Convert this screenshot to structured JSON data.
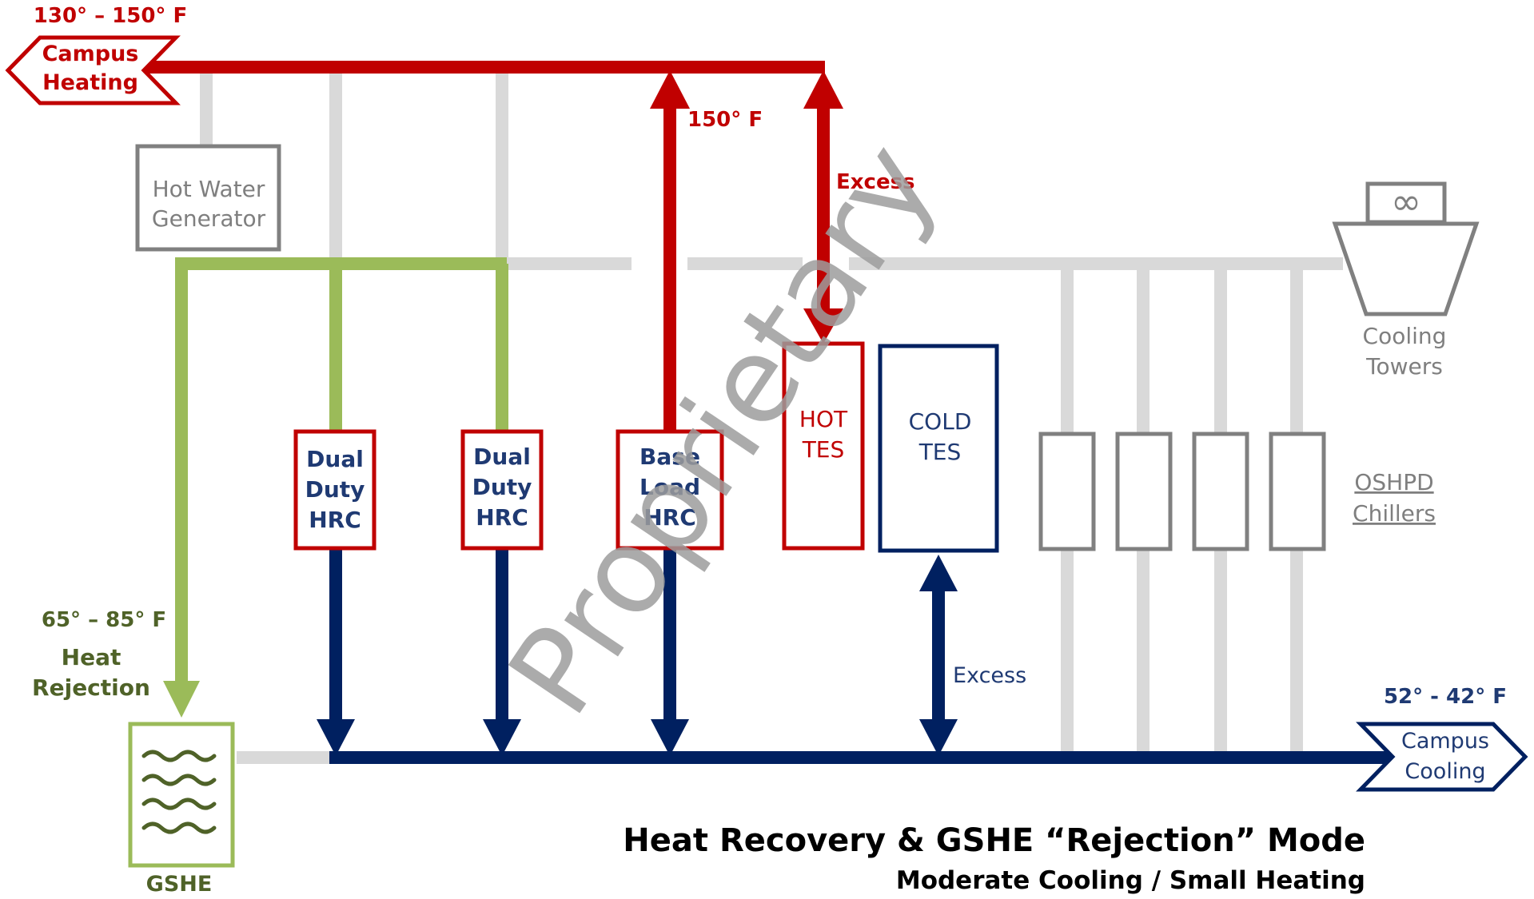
{
  "labels": {
    "campus_heating_temp": "130° – 150° F",
    "campus_heating_1": "Campus",
    "campus_heating_2": "Heating",
    "hot_water_1": "Hot Water",
    "hot_water_2": "Generator",
    "temp_150": "150° F",
    "excess_hot": "Excess",
    "excess_cold": "Excess",
    "hrc1": [
      "Dual",
      "Duty",
      "HRC"
    ],
    "hrc2": [
      "Dual",
      "Duty",
      "HRC"
    ],
    "hrc3": [
      "Base",
      "Load",
      "HRC"
    ],
    "hot_tes": [
      "HOT",
      "TES"
    ],
    "cold_tes": [
      "COLD",
      "TES"
    ],
    "cooling_towers": [
      "Cooling",
      "Towers"
    ],
    "oshpd_chillers": [
      "OSHPD",
      "Chillers"
    ],
    "rejection_temp": "65° – 85° F",
    "heat_rejection": [
      "Heat",
      "Rejection"
    ],
    "gshe": "GSHE",
    "campus_cooling_temp": "52° - 42° F",
    "campus_cooling": [
      "Campus",
      "Cooling"
    ],
    "title": "Heat Recovery & GSHE “Rejection” Mode",
    "subtitle": "Moderate Cooling / Small Heating",
    "watermark": "Proprietary",
    "infinity_glyph": "∞"
  },
  "colors": {
    "hot": "#c00000",
    "cold": "#002060",
    "rejection": "#9bbb59",
    "inactive": "#d9d9d9",
    "equipment_gray": "#808080"
  }
}
